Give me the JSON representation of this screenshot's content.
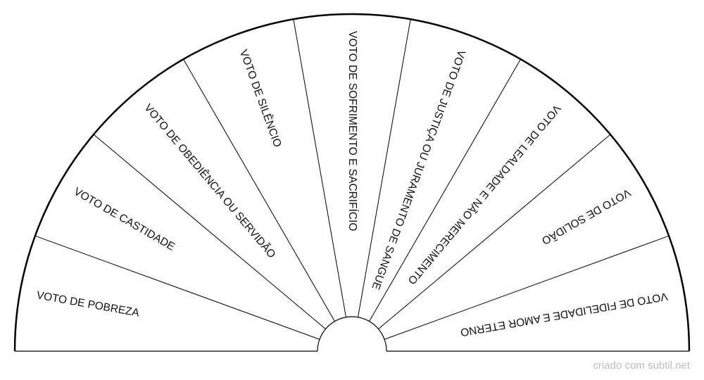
{
  "sectors": [
    {
      "label": "VOTO DE POBREZA"
    },
    {
      "label": "VOTO DE CASTIDADE"
    },
    {
      "label": "VOTO DE OBEDIÊNCIA OU SERVIDÃO"
    },
    {
      "label": "VOTO DE SILÊNCIO"
    },
    {
      "label": "VOTO DE SOFRIMENTO E SACRIFÍCIO"
    },
    {
      "label": "VOTO DE JUSTIÇA OU JURAMENTO DE SANGUE"
    },
    {
      "label": "VOTO DE LEALDADE E NÃO MERECIMENTO"
    },
    {
      "label": "VOTO DE SOLIDÃO"
    },
    {
      "label": "VOTO DE FIDELIDADE E AMOR ETERNO"
    }
  ],
  "footer": {
    "credit": "criado com subtil.net"
  },
  "colors": {
    "line": "#000000",
    "text": "#111111",
    "credit": "#bdbdbd"
  }
}
